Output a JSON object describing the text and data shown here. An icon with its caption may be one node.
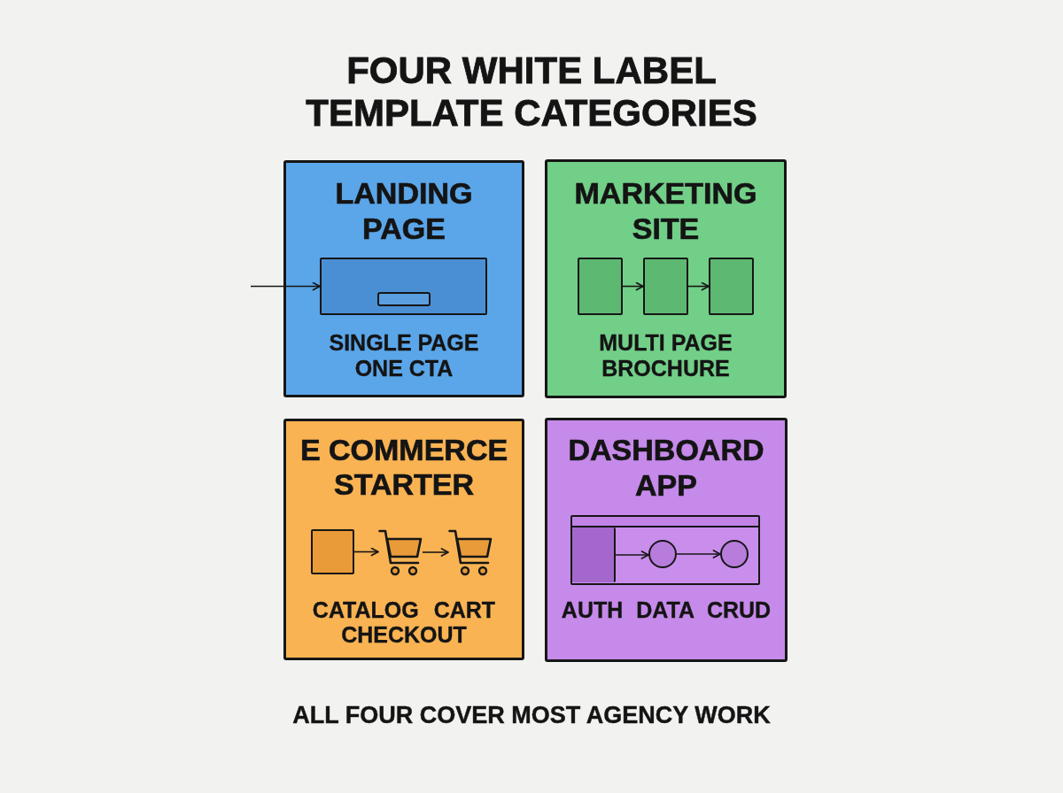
{
  "diagram": {
    "title": "FOUR WHITE LABEL TEMPLATE CATEGORIES",
    "caption": "ALL FOUR COVER MOST AGENCY WORK",
    "nodes": [
      {
        "text": [
          "LANDING PAGE",
          "SINGLE PAGE ONE CTA"
        ]
      },
      {
        "text": [],
        "shape": "box",
        "in": 0
      },
      {
        "text": [
          "MARKETING SITE",
          "MULTI PAGE BROCHURE"
        ]
      },
      {
        "text": [],
        "shape": "box",
        "in": 2
      },
      {
        "text": [],
        "shape": "box",
        "in": 2
      },
      {
        "text": [],
        "shape": "box",
        "in": 2
      },
      {
        "text": [
          "E COMMERCE STARTER",
          "CATALOG CART CHECKOUT"
        ]
      },
      {
        "text": [],
        "shape": "box",
        "in": 6
      },
      {
        "text": [],
        "shape": "picture",
        "in": 6
      },
      {
        "text": [],
        "shape": "picture",
        "in": 6
      },
      {
        "text": [
          "DASHBOARD APP",
          "AUTH DATA CRUD"
        ]
      },
      {
        "text": [],
        "shape": "box",
        "in": 10
      },
      {
        "text": [],
        "shape": "box",
        "in": 11
      },
      {
        "text": [],
        "shape": "circle",
        "in": 11
      },
      {
        "text": [],
        "shape": "circle",
        "in": 11
      }
    ],
    "edges": [
      {
        "from": null,
        "to": 1,
        "arrow": "to"
      },
      {
        "from": 3,
        "to": 4,
        "arrow": "to"
      },
      {
        "from": 4,
        "to": 5,
        "arrow": "to"
      },
      {
        "from": 7,
        "to": 8,
        "arrow": "to"
      },
      {
        "from": 8,
        "to": 9,
        "arrow": "to"
      },
      {
        "from": 12,
        "to": 13,
        "arrow": "to"
      },
      {
        "from": 13,
        "to": 14,
        "arrow": "to"
      }
    ]
  }
}
